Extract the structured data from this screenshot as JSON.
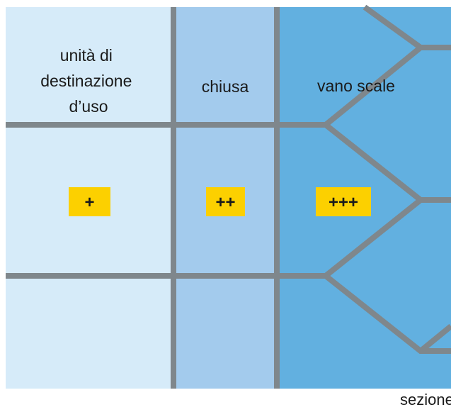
{
  "zones": {
    "unit": {
      "label_lines": [
        "unità di",
        "destinazione",
        "d’uso"
      ],
      "risk_badge": "+",
      "color": "#d6ebf9"
    },
    "enclosed": {
      "label": "chiusa",
      "risk_badge": "++",
      "color": "#a3cbed"
    },
    "stairwell": {
      "label": "vano scale",
      "risk_badge": "+++",
      "color": "#62b0e0"
    }
  },
  "colors": {
    "wall": "#7f878c",
    "badge": "#fcd000"
  },
  "caption": "sezione"
}
